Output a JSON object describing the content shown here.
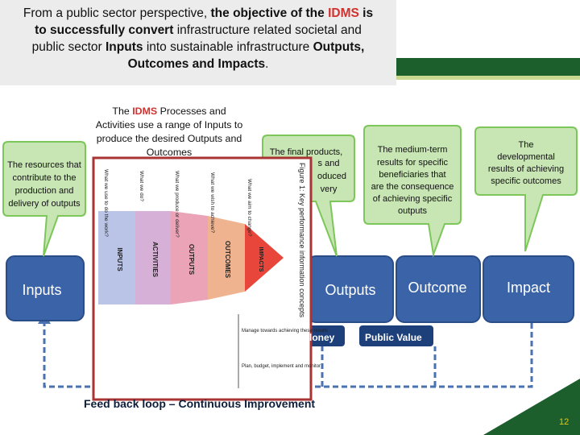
{
  "title": {
    "line1a": "From a public sector perspective,",
    "line1b": "the objective of the",
    "idms": "IDMS",
    "line1c": "is",
    "line2a": "to successfully convert",
    "line2b": "infrastructure related societal and",
    "line3a": "public sector",
    "line3b": "Inputs",
    "line3c": "into sustainable infrastructure",
    "line3d": "Outputs,",
    "line4": "Outcomes and Impacts",
    "line4end": "."
  },
  "callouts": {
    "resources": [
      "The resources that",
      "contribute to the",
      "production and",
      "delivery of outputs"
    ],
    "processes": {
      "pre": "The",
      "idms": "IDMS",
      "post": "Processes and",
      "lines": [
        "Activities use a range of Inputs to",
        "produce the desired Outputs and",
        "Outcomes"
      ]
    },
    "final_products": [
      "The final products,",
      "s and",
      "oduced",
      "very"
    ],
    "medium_term": [
      "The medium-term",
      "results for specific",
      "beneficiaries that",
      "are the consequence",
      "of achieving specific",
      "outputs"
    ],
    "developmental": [
      "The",
      "developmental",
      "results of achieving",
      "specific outcomes"
    ]
  },
  "nodes": {
    "inputs": "Inputs",
    "outputs": "Outputs",
    "outcome": "Outcome",
    "impact": "Impact"
  },
  "labels": {
    "money": "loney",
    "public_value": "Public Value",
    "feedback": "Feed back loop – Continuous Improvement"
  },
  "figure": {
    "caption": "Figure 1: Key performance information concepts",
    "bands": [
      "INPUTS",
      "ACTIVITIES",
      "OUTPUTS",
      "OUTCOMES",
      "IMPACTS"
    ],
    "questions": [
      "What we use to do the work?",
      "What we do?",
      "What we produce or deliver?",
      "What we wish to achieve?",
      "What we aim to change?"
    ],
    "bottom_notes": [
      "Manage towards achieving these results",
      "Plan, budget, implement and monitor"
    ]
  },
  "colors": {
    "node_fill": "#3b64a8",
    "callout_fill": "#c8e6b4",
    "callout_stroke": "#7cc65a",
    "dark_green": "#1d5e2d",
    "dashed": "#4a72b0"
  },
  "page_number": "12"
}
